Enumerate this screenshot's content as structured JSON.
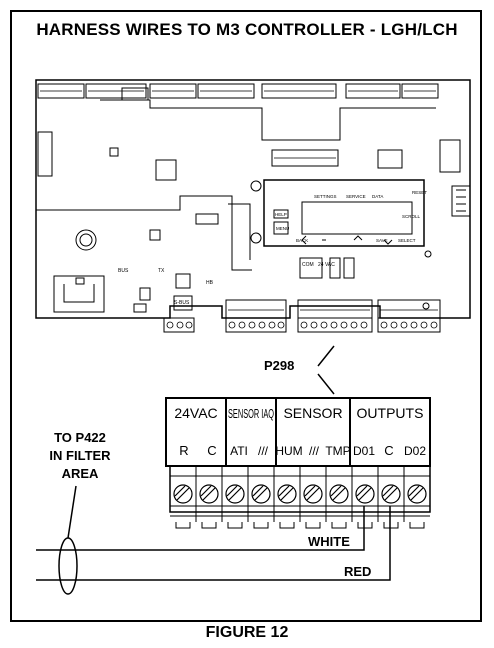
{
  "title": "HARNESS WIRES TO M3 CONTROLLER - LGH/LCH",
  "caption": "FIGURE 12",
  "connector_label": "P298",
  "callout": [
    "TO P422",
    "IN FILTER",
    "AREA"
  ],
  "wires": {
    "white": "WHITE",
    "red": "RED"
  },
  "terminal_block": {
    "groups": [
      "24VAC",
      "SENSOR IAQ",
      "SENSOR",
      "OUTPUTS"
    ],
    "pins": [
      "R",
      "C",
      "ATI",
      "///",
      "HUM",
      "///",
      "TMP",
      "D01",
      "C",
      "D02"
    ]
  },
  "board": {
    "display_buttons": [
      "SETTINGS",
      "SERVICE",
      "DATA",
      "RESET",
      "BACK",
      "SAVE",
      "SELECT",
      "HELP",
      "SCROLL",
      "MENU"
    ],
    "labels": [
      "COM",
      "24 VAC",
      "BUS",
      "TX",
      "HB",
      "S-BUS"
    ]
  }
}
